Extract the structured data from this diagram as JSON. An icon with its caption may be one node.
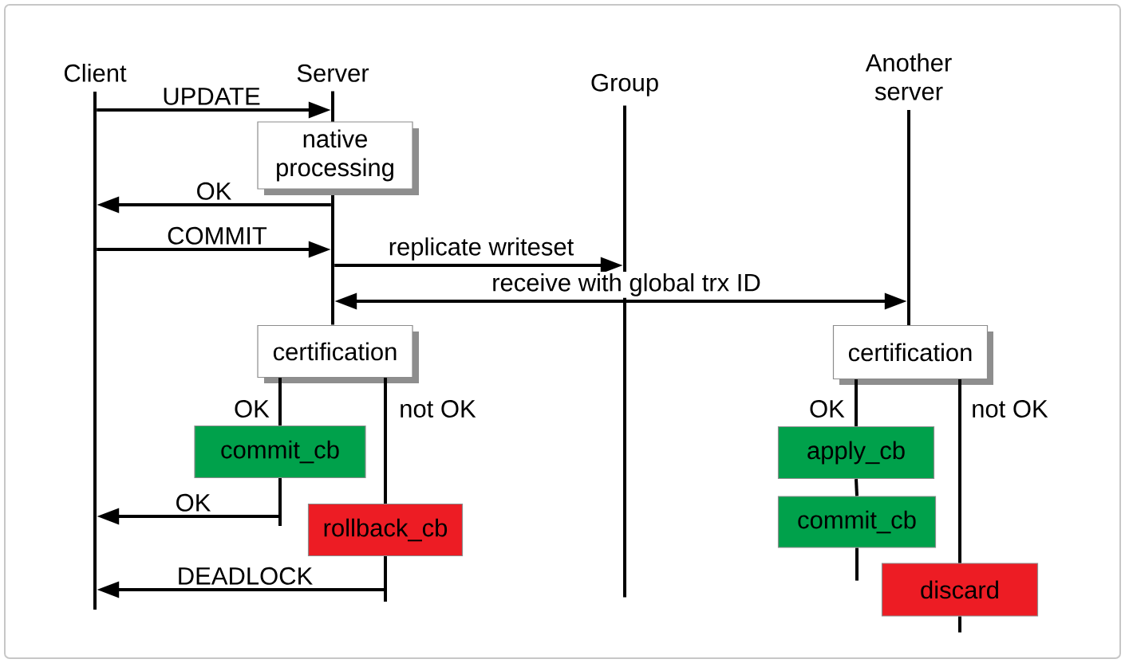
{
  "diagram": {
    "nodes": [
      {
        "text": [
          "Client"
        ]
      },
      {
        "text": [
          "Server"
        ]
      },
      {
        "text": [
          "native processing"
        ]
      },
      {
        "text": [
          "Group"
        ]
      },
      {
        "text": [
          "Another server"
        ]
      },
      {
        "text": [
          "certification"
        ]
      },
      {
        "text": [
          "commit_cb"
        ]
      },
      {
        "text": [
          "rollback_cb"
        ]
      },
      {
        "text": [
          "certification"
        ]
      },
      {
        "text": [
          "apply_cb"
        ]
      },
      {
        "text": [
          "commit_cb"
        ]
      },
      {
        "text": [
          "discard"
        ]
      }
    ],
    "edges": [
      {
        "from": 0,
        "to": 1,
        "arrow": "to",
        "label": "UPDATE"
      },
      {
        "from": 1,
        "to": 0,
        "arrow": "to",
        "label": "OK"
      },
      {
        "from": 0,
        "to": 1,
        "arrow": "to",
        "label": "COMMIT"
      },
      {
        "from": 1,
        "to": 3,
        "arrow": "to",
        "label": "replicate writeset"
      },
      {
        "from": 1,
        "to": 4,
        "arrow": "both",
        "label": "receive with global trx ID"
      },
      {
        "from": 5,
        "to": 6,
        "arrow": "none",
        "label": "OK"
      },
      {
        "from": 6,
        "to": 0,
        "arrow": "to",
        "label": "OK"
      },
      {
        "from": 5,
        "to": 7,
        "arrow": "none",
        "label": "not OK"
      },
      {
        "from": 7,
        "to": 0,
        "arrow": "to",
        "label": "DEADLOCK"
      },
      {
        "from": 8,
        "to": 9,
        "arrow": "none",
        "label": "OK"
      },
      {
        "from": 9,
        "to": 10,
        "arrow": "none"
      },
      {
        "from": 10,
        "to": null,
        "arrow": "none"
      },
      {
        "from": 8,
        "to": 11,
        "arrow": "none",
        "label": "not OK"
      },
      {
        "from": 11,
        "to": null,
        "arrow": "none"
      }
    ]
  }
}
